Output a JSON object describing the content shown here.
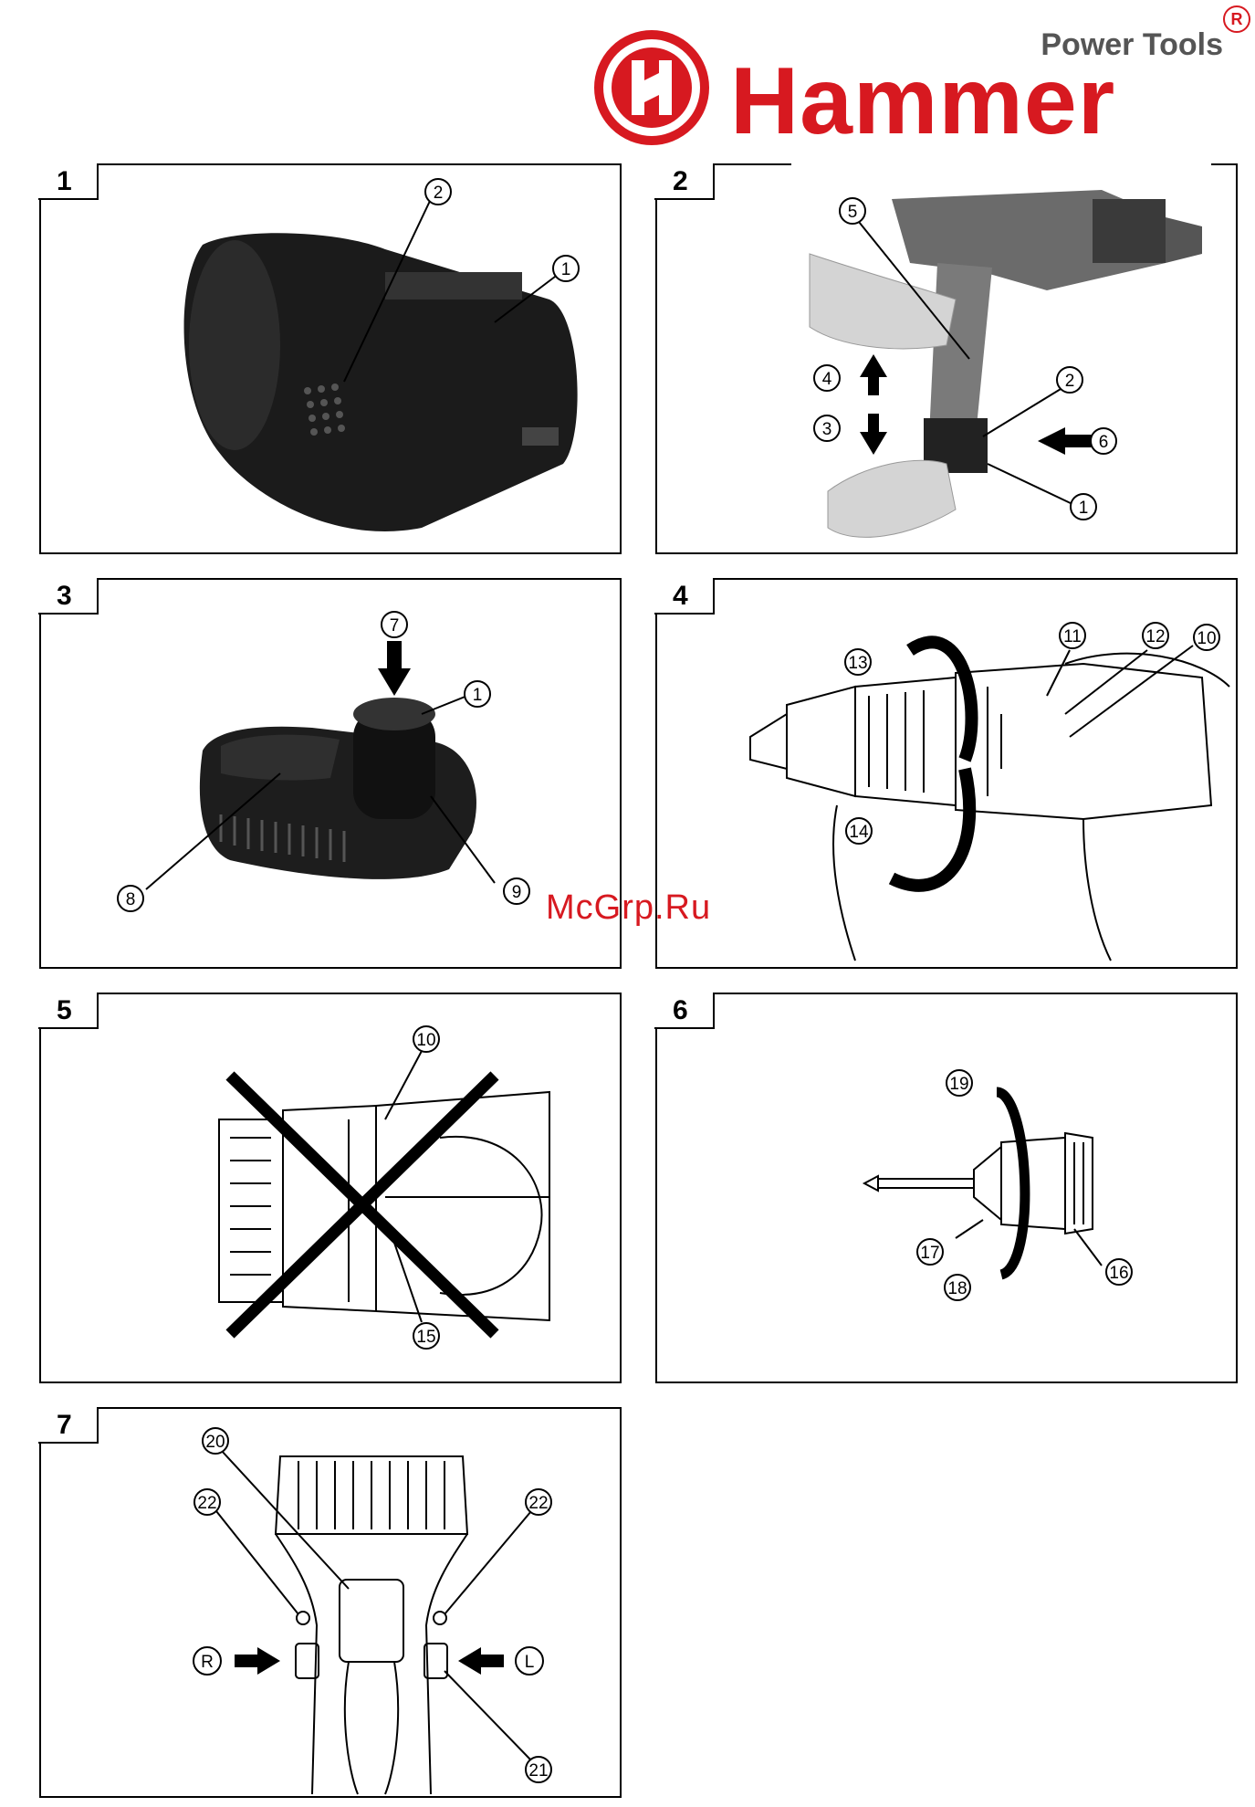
{
  "brand": {
    "tagline": "Power Tools",
    "name": "Hammer",
    "registered": "R",
    "color": "#d71920"
  },
  "watermark": "McGrp.Ru",
  "figures": [
    {
      "number": "1",
      "callouts": [
        "1",
        "2"
      ]
    },
    {
      "number": "2",
      "callouts": [
        "1",
        "2",
        "3",
        "4",
        "5",
        "6"
      ]
    },
    {
      "number": "3",
      "callouts": [
        "1",
        "7",
        "8",
        "9"
      ]
    },
    {
      "number": "4",
      "callouts": [
        "10",
        "11",
        "12",
        "13",
        "14"
      ]
    },
    {
      "number": "5",
      "callouts": [
        "10",
        "15"
      ]
    },
    {
      "number": "6",
      "callouts": [
        "16",
        "17",
        "18",
        "19"
      ]
    },
    {
      "number": "7",
      "callouts": [
        "20",
        "21",
        "22",
        "22"
      ],
      "direction_labels": [
        "R",
        "L"
      ]
    }
  ]
}
